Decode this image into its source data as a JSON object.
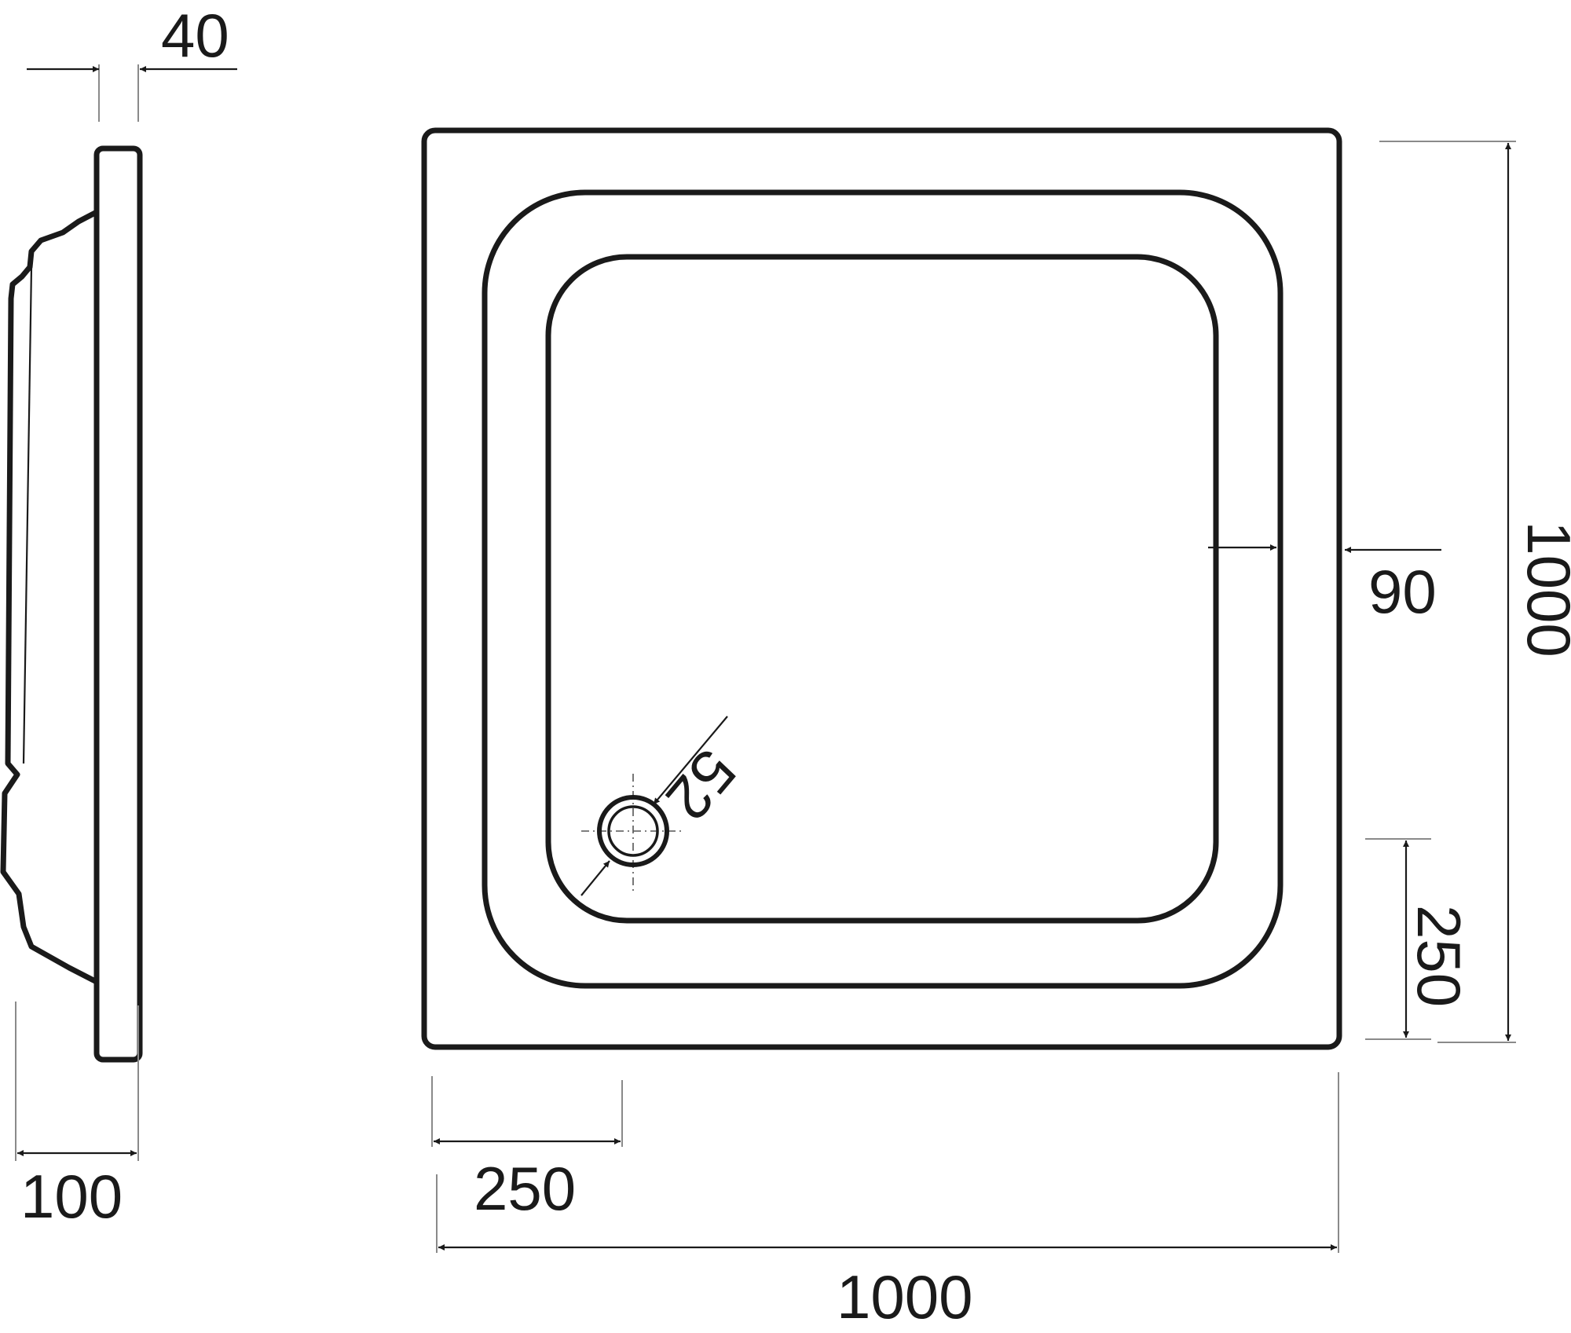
{
  "dimensions": {
    "profile_thickness": "40",
    "profile_depth": "100",
    "plan_width": "1000",
    "plan_height": "1000",
    "rim_width": "90",
    "drain_diameter": "52",
    "drain_offset_x": "250",
    "drain_offset_y": "250"
  }
}
